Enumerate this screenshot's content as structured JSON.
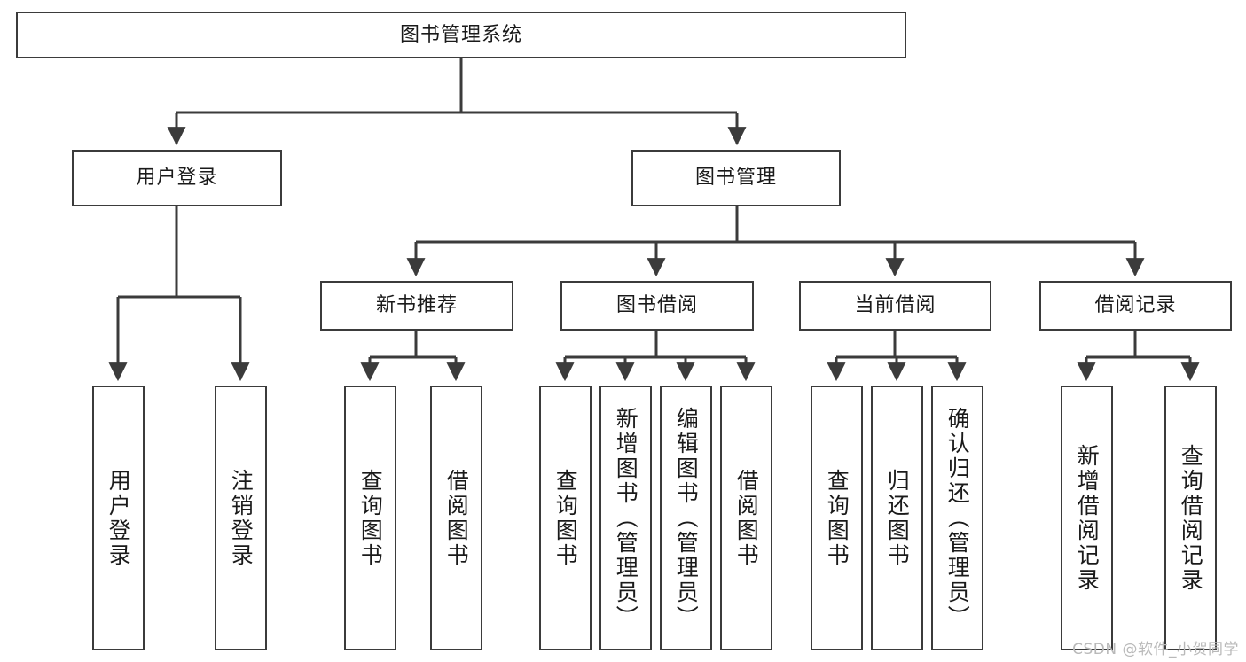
{
  "diagram": {
    "title": "图书管理系统",
    "type": "tree-hierarchy",
    "watermark": "CSDN @软件_小贺同学",
    "colors": {
      "stroke": "#3b3b3b",
      "fill": "#ffffff",
      "text": "#1a1a1a",
      "watermark": "#b9b9b9"
    }
  },
  "nodes": {
    "root": {
      "label": "图书管理系统"
    },
    "level2": [
      {
        "id": "user-login",
        "label": "用户登录"
      },
      {
        "id": "book-manage",
        "label": "图书管理"
      }
    ],
    "level3": [
      {
        "id": "new-book-rec",
        "label": "新书推荐"
      },
      {
        "id": "book-borrow",
        "label": "图书借阅"
      },
      {
        "id": "current-borrow",
        "label": "当前借阅"
      },
      {
        "id": "borrow-record",
        "label": "借阅记录"
      }
    ],
    "leaves": {
      "user_login": [
        {
          "id": "leaf-user-login",
          "label": "用户登录"
        },
        {
          "id": "leaf-logout",
          "label": "注销登录"
        }
      ],
      "new_book_rec": [
        {
          "id": "leaf-query-book-1",
          "label": "查询图书"
        },
        {
          "id": "leaf-borrow-book-1",
          "label": "借阅图书"
        }
      ],
      "book_borrow": [
        {
          "id": "leaf-query-book-2",
          "label": "查询图书"
        },
        {
          "id": "leaf-add-book",
          "label": "新增图书（管理员）"
        },
        {
          "id": "leaf-edit-book",
          "label": "编辑图书（管理员）"
        },
        {
          "id": "leaf-borrow-book-2",
          "label": "借阅图书"
        }
      ],
      "current_borrow": [
        {
          "id": "leaf-query-book-3",
          "label": "查询图书"
        },
        {
          "id": "leaf-return-book",
          "label": "归还图书"
        },
        {
          "id": "leaf-confirm-return",
          "label": "确认归还（管理员）"
        }
      ],
      "borrow_record": [
        {
          "id": "leaf-add-record",
          "label": "新增借阅记录"
        },
        {
          "id": "leaf-query-record",
          "label": "查询借阅记录"
        }
      ]
    }
  }
}
